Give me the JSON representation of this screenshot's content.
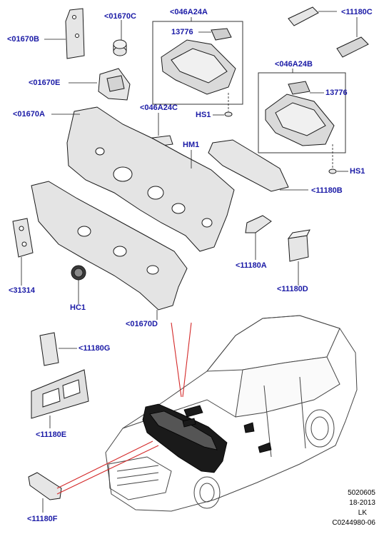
{
  "labels": {
    "p01670B": "<01670B",
    "p01670C": "<01670C",
    "p01670E": "<01670E",
    "p01670A": "<01670A",
    "p01670D": "<01670D",
    "p31314": "<31314",
    "hc1": "HC1",
    "p046A24A": "<046A24A",
    "p13776a": "13776",
    "hs1a": "HS1",
    "p046A24B": "<046A24B",
    "p13776b": "13776",
    "hs1b": "HS1",
    "p046A24C": "<046A24C",
    "hm1": "HM1",
    "p11180C": "<11180C",
    "p11180B": "<11180B",
    "p11180A": "<11180A",
    "p11180D": "<11180D",
    "p11180G": "<11180G",
    "p11180E": "<11180E",
    "p11180F": "<11180F"
  },
  "footer": {
    "line1": "5020605",
    "line2": "18-2013",
    "line3": "LK",
    "line4": "C0244980-06"
  },
  "colors": {
    "label": "#1a1aa6",
    "leader_red": "#d42a2a",
    "part_fill": "#e4e4e4",
    "part_dark": "#1a1a1a"
  }
}
